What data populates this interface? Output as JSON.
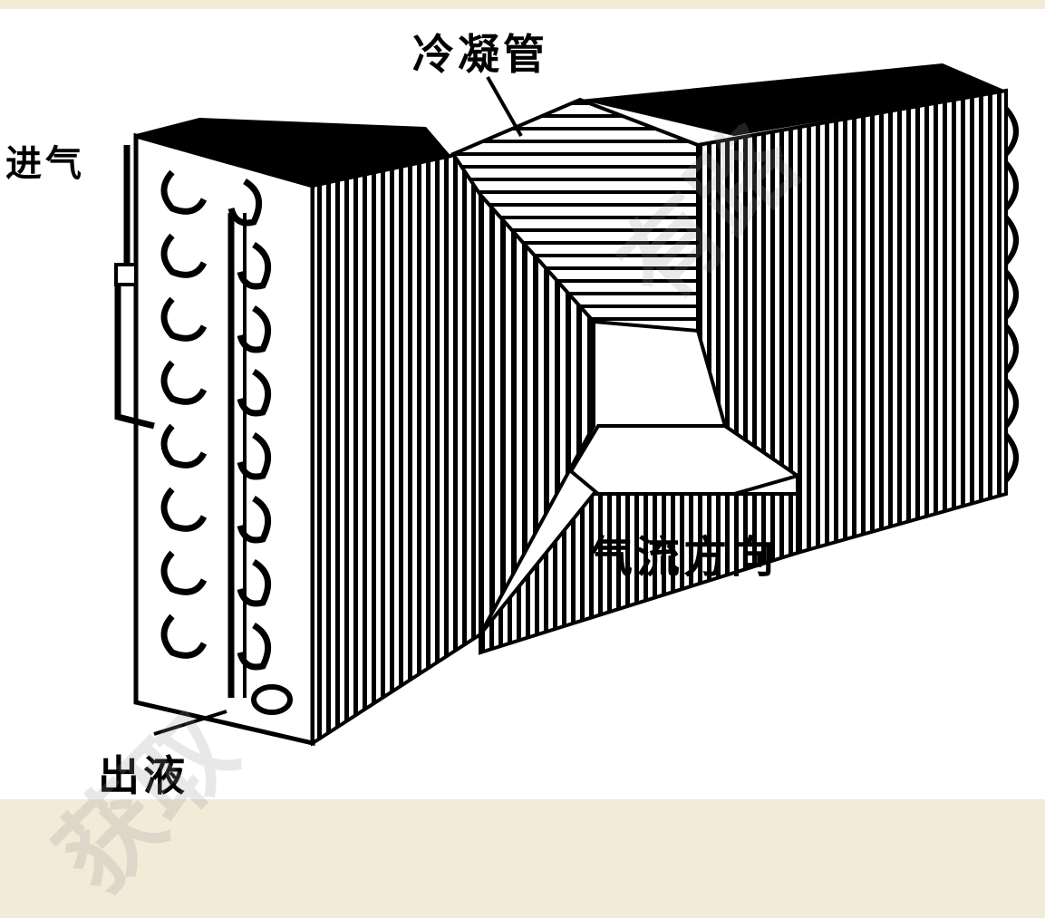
{
  "labels": {
    "condenser_tube": "冷凝管",
    "gas_inlet": "进气",
    "airflow_direction": "气流方向",
    "liquid_outlet": "出液"
  },
  "watermark": {
    "top": "有路",
    "bottom": "获取"
  },
  "colors": {
    "background": "#f3ead8",
    "ink": "#000000",
    "paper": "#ffffff"
  }
}
